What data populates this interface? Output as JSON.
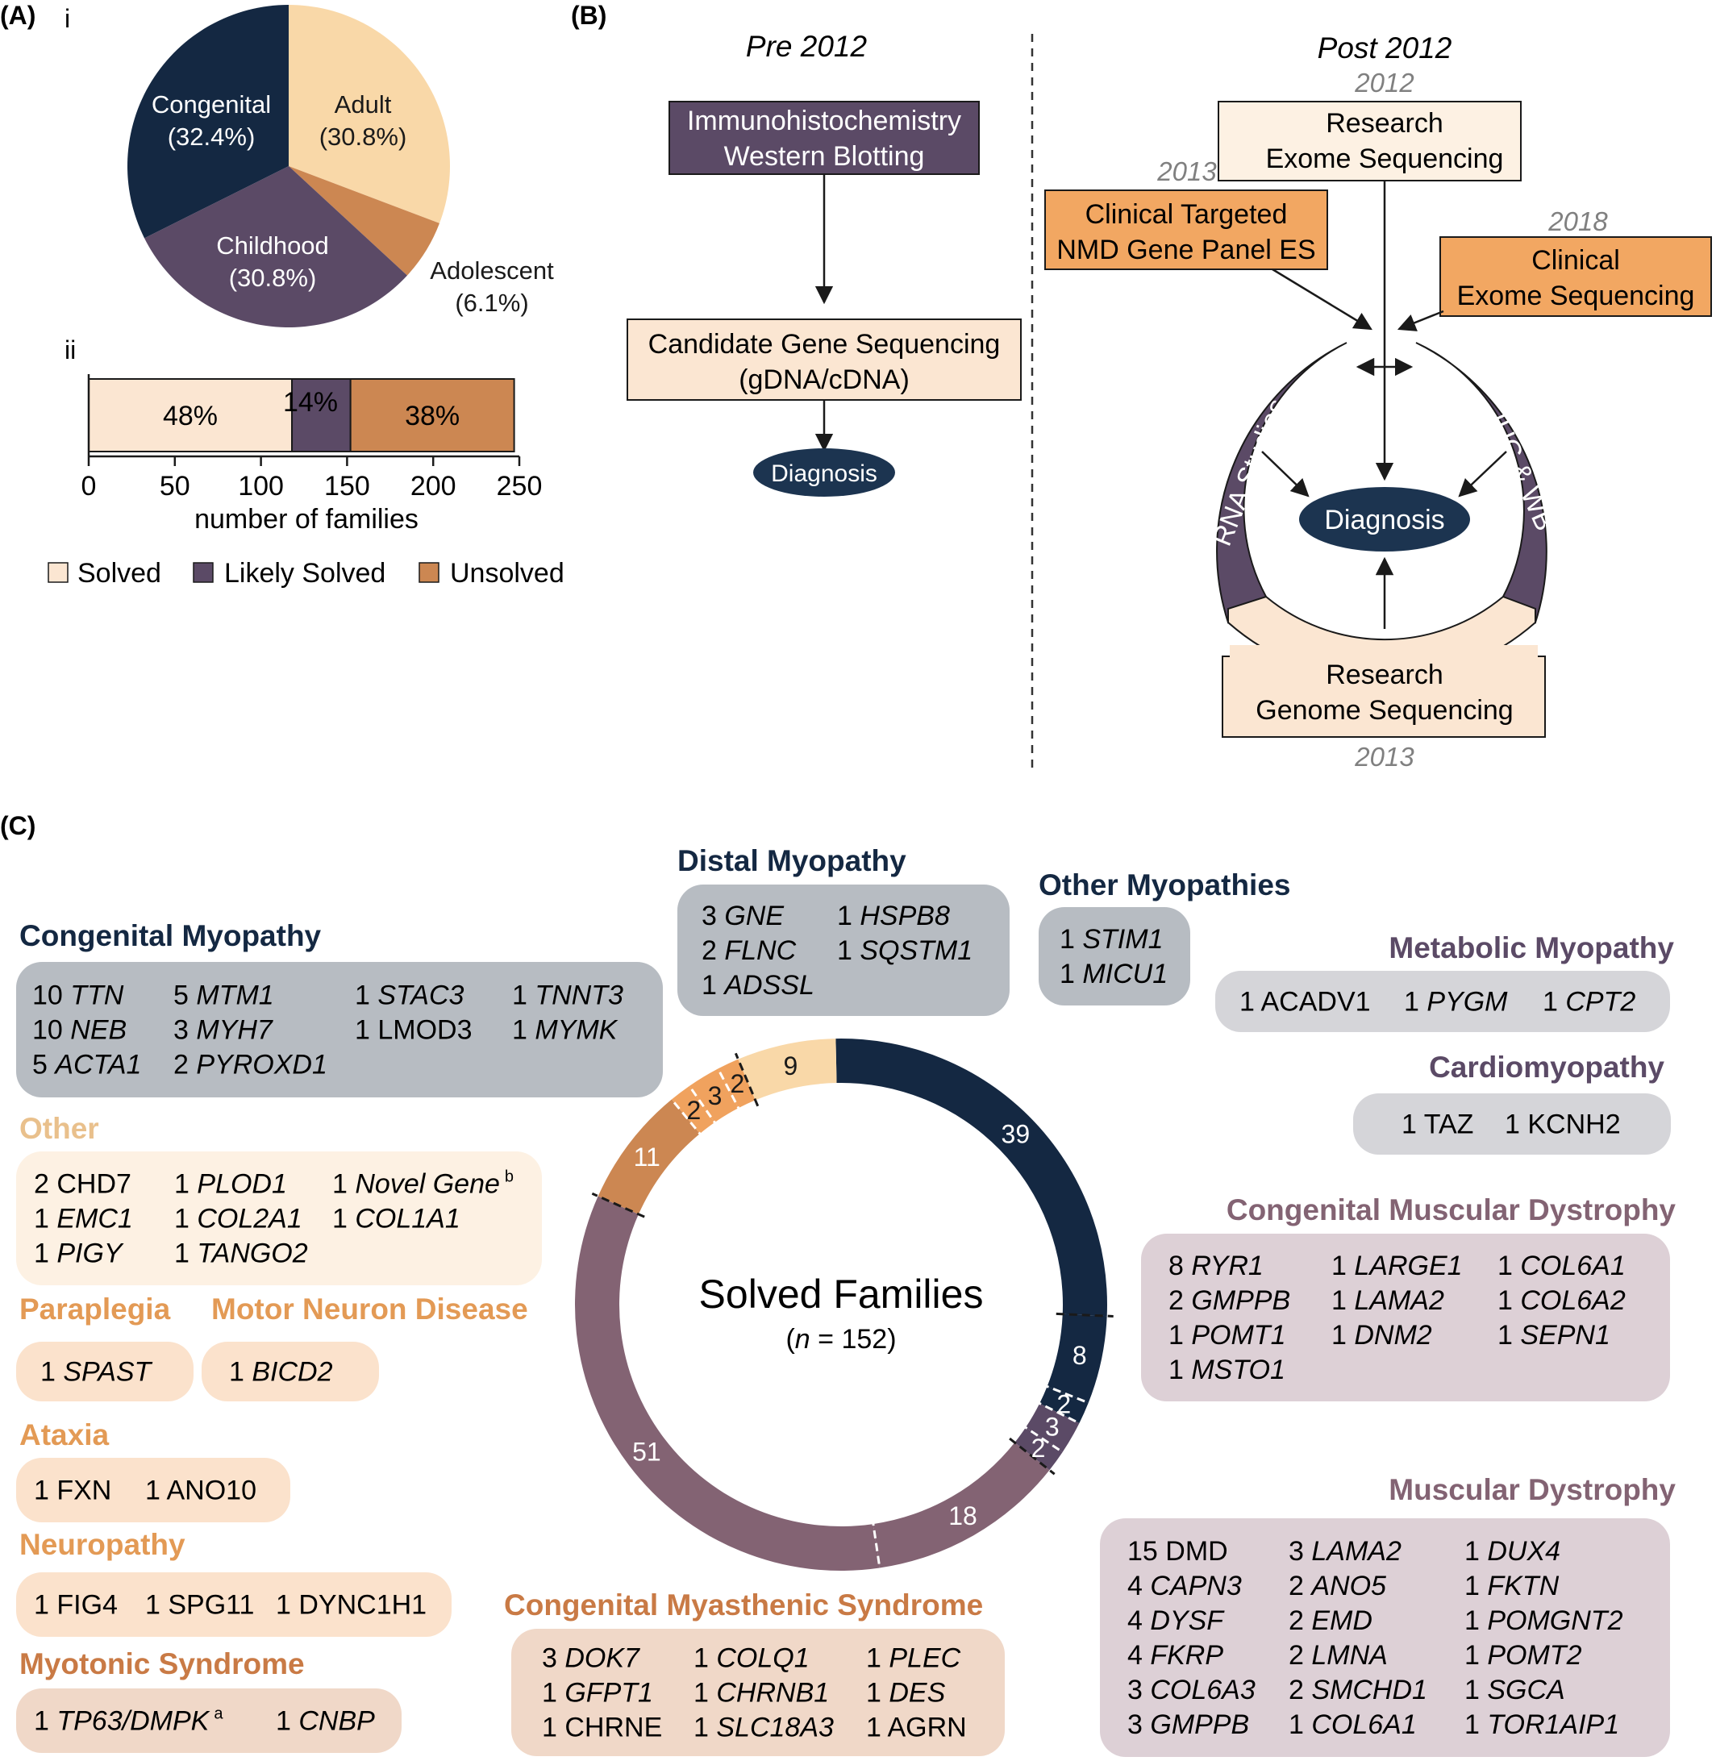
{
  "panel_a": {
    "label": "(A)",
    "sub_i": "i",
    "sub_ii": "ii",
    "pie": [
      {
        "name": "Adult",
        "pct_label": "(30.8%)",
        "value": 30.8,
        "color": "#f9d8a8"
      },
      {
        "name": "Adolescent",
        "pct_label": "(6.1%)",
        "value": 6.1,
        "color": "#cc8752"
      },
      {
        "name": "Childhood",
        "pct_label": "(30.8%)",
        "value": 30.8,
        "color": "#5b4a66"
      },
      {
        "name": "Congenital",
        "pct_label": "(32.4%)",
        "value": 32.4,
        "color": "#142842"
      }
    ],
    "bar": {
      "segments": [
        {
          "name": "Solved",
          "value": 118,
          "label": "48%",
          "color": "#fbe6d2"
        },
        {
          "name": "Likely Solved",
          "value": 34,
          "label": "14%",
          "color": "#5b4a66"
        },
        {
          "name": "Unsolved",
          "value": 95,
          "label": "38%",
          "color": "#cc8752"
        }
      ],
      "ticks": [
        "0",
        "50",
        "100",
        "150",
        "200",
        "250"
      ],
      "axis_max": 250,
      "xlabel": "number of families"
    }
  },
  "panel_b": {
    "label": "(B)",
    "pre_title": "Pre 2012",
    "post_title": "Post 2012",
    "ihc_box": [
      "Immunohistochemistry",
      "Western Blotting"
    ],
    "candidate_box": [
      "Candidate Gene Sequencing",
      "(gDNA/cDNA)"
    ],
    "diagnosis_left": "Diagnosis",
    "year_research_exome": "2012",
    "research_exome_box": [
      "Research",
      "Exome Sequencing"
    ],
    "year_targeted": "2013",
    "targeted_box": [
      "Clinical Targeted",
      "NMD Gene Panel ES"
    ],
    "year_clinical_exome": "2018",
    "clinical_exome_box": [
      "Clinical",
      "Exome Sequencing"
    ],
    "rna_label": "RNA Studies",
    "ihc_wb_label": "IHC & WB",
    "diagnosis_right": "Diagnosis",
    "genome_box": [
      "Research",
      "Genome Sequencing"
    ],
    "year_genome": "2013"
  },
  "panel_c": {
    "label": "(C)",
    "center_title": "Solved Families",
    "center_n_prefix": "(",
    "center_n_var": "n",
    "center_n_suffix": " = 152)",
    "donut": [
      {
        "group": "Congenital Myopathy",
        "value": 39,
        "label": "39",
        "color": "#142842"
      },
      {
        "group": "Distal Myopathy",
        "value": 8,
        "label": "8",
        "color": "#142842"
      },
      {
        "group": "Other Myopathies",
        "value": 2,
        "label": "2",
        "color": "#142842"
      },
      {
        "group": "Metabolic Myopathy",
        "value": 3,
        "label": "3",
        "color": "#5b4a66"
      },
      {
        "group": "Cardiomyopathy",
        "value": 2,
        "label": "2",
        "color": "#5b4a66"
      },
      {
        "group": "Congenital Muscular Dystrophy",
        "value": 18,
        "label": "18",
        "color": "#836373"
      },
      {
        "group": "Muscular Dystrophy",
        "value": 51,
        "label": "51",
        "color": "#836373"
      },
      {
        "group": "Congenital Myasthenic Syndrome",
        "value": 11,
        "label": "11",
        "color": "#cc8752"
      },
      {
        "group": "Neuropathy",
        "value": 2,
        "label": "2",
        "color": "#f0a25e"
      },
      {
        "group": "Ataxia",
        "value": 3,
        "label": "3",
        "color": "#f0a25e"
      },
      {
        "group": "Paraplegia / Motor Neuron Disease",
        "value": 2,
        "label": "2",
        "color": "#f0a25e"
      },
      {
        "group": "Other",
        "value": 9,
        "label": "9",
        "color": "#f9d8a8"
      }
    ],
    "groups": {
      "congenital_myopathy": {
        "title": "Congenital Myopathy",
        "title_color": "#142842",
        "box_color": "#b7bcc2",
        "rows": [
          [
            {
              "n": "10",
              "g": "TTN",
              "i": true
            },
            {
              "n": "5",
              "g": "MTM1",
              "i": true
            },
            {
              "n": "1",
              "g": "STAC3",
              "i": true
            },
            {
              "n": "1",
              "g": "TNNT3",
              "i": true
            }
          ],
          [
            {
              "n": "10",
              "g": "NEB",
              "i": true
            },
            {
              "n": "3",
              "g": "MYH7",
              "i": true
            },
            {
              "n": "1",
              "g": "LMOD3",
              "i": false
            },
            {
              "n": "1",
              "g": "MYMK",
              "i": true
            }
          ],
          [
            {
              "n": "5",
              "g": "ACTA1",
              "i": true
            },
            {
              "n": "2",
              "g": "PYROXD1",
              "i": true
            }
          ]
        ]
      },
      "distal_myopathy": {
        "title": "Distal Myopathy",
        "title_color": "#142842",
        "box_color": "#b7bcc2",
        "rows": [
          [
            {
              "n": "3",
              "g": "GNE",
              "i": true
            },
            {
              "n": "1",
              "g": "HSPB8",
              "i": true
            }
          ],
          [
            {
              "n": "2",
              "g": "FLNC",
              "i": true
            },
            {
              "n": "1",
              "g": "SQSTM1",
              "i": true
            }
          ],
          [
            {
              "n": "1",
              "g": "ADSSL",
              "i": true
            }
          ]
        ]
      },
      "other_myopathies": {
        "title": "Other Myopathies",
        "title_color": "#142842",
        "box_color": "#b7bcc2",
        "rows": [
          [
            {
              "n": "1",
              "g": "STIM1",
              "i": true
            }
          ],
          [
            {
              "n": "1",
              "g": "MICU1",
              "i": true
            }
          ]
        ]
      },
      "metabolic_myopathy": {
        "title": "Metabolic Myopathy",
        "title_color": "#5b4a66",
        "box_color": "#d5d5d9",
        "rows": [
          [
            {
              "n": "1",
              "g": "ACADV1",
              "i": false
            },
            {
              "n": "1",
              "g": "PYGM",
              "i": true
            },
            {
              "n": "1",
              "g": "CPT2",
              "i": true
            }
          ]
        ]
      },
      "cardiomyopathy": {
        "title": "Cardiomyopathy",
        "title_color": "#5b4a66",
        "box_color": "#d5d5d9",
        "rows": [
          [
            {
              "n": "1",
              "g": "TAZ",
              "i": false
            },
            {
              "n": "1",
              "g": "KCNH2",
              "i": false
            }
          ]
        ]
      },
      "congenital_muscular_dystrophy": {
        "title": "Congenital Muscular Dystrophy",
        "title_color": "#836373",
        "box_color": "#ddd0d6",
        "rows": [
          [
            {
              "n": "8",
              "g": "RYR1",
              "i": true
            },
            {
              "n": "1",
              "g": "LARGE1",
              "i": true
            },
            {
              "n": "1",
              "g": "COL6A1",
              "i": true
            }
          ],
          [
            {
              "n": "2",
              "g": "GMPPB",
              "i": true
            },
            {
              "n": "1",
              "g": "LAMA2",
              "i": true
            },
            {
              "n": "1",
              "g": "COL6A2",
              "i": true
            }
          ],
          [
            {
              "n": "1",
              "g": "POMT1",
              "i": true
            },
            {
              "n": "1",
              "g": "DNM2",
              "i": true
            },
            {
              "n": "1",
              "g": "SEPN1",
              "i": true
            }
          ],
          [
            {
              "n": "1",
              "g": "MSTO1",
              "i": true
            }
          ]
        ]
      },
      "muscular_dystrophy": {
        "title": "Muscular Dystrophy",
        "title_color": "#836373",
        "box_color": "#ddd0d6",
        "rows": [
          [
            {
              "n": "15",
              "g": "DMD",
              "i": false
            },
            {
              "n": "3",
              "g": "LAMA2",
              "i": true
            },
            {
              "n": "1",
              "g": "DUX4",
              "i": true
            }
          ],
          [
            {
              "n": "4",
              "g": "CAPN3",
              "i": true
            },
            {
              "n": "2",
              "g": "ANO5",
              "i": true
            },
            {
              "n": "1",
              "g": "FKTN",
              "i": true
            }
          ],
          [
            {
              "n": "4",
              "g": "DYSF",
              "i": true
            },
            {
              "n": "2",
              "g": "EMD",
              "i": true
            },
            {
              "n": "1",
              "g": "POMGNT2",
              "i": true
            }
          ],
          [
            {
              "n": "4",
              "g": "FKRP",
              "i": true
            },
            {
              "n": "2",
              "g": "LMNA",
              "i": true
            },
            {
              "n": "1",
              "g": "POMT2",
              "i": true
            }
          ],
          [
            {
              "n": "3",
              "g": "COL6A3",
              "i": true
            },
            {
              "n": "2",
              "g": "SMCHD1",
              "i": true
            },
            {
              "n": "1",
              "g": "SGCA",
              "i": true
            }
          ],
          [
            {
              "n": "3",
              "g": "GMPPB",
              "i": true
            },
            {
              "n": "1",
              "g": "COL6A1",
              "i": true
            },
            {
              "n": "1",
              "g": "TOR1AIP1",
              "i": true
            }
          ]
        ]
      },
      "other": {
        "title": "Other",
        "title_color": "#e9c08c",
        "box_color": "#fdf1e3",
        "rows": [
          [
            {
              "n": "2",
              "g": "CHD7",
              "i": false
            },
            {
              "n": "1",
              "g": "PLOD1",
              "i": true
            },
            {
              "n": "1",
              "g": "Novel Gene",
              "i": true,
              "sup": "b"
            }
          ],
          [
            {
              "n": "1",
              "g": "EMC1",
              "i": true
            },
            {
              "n": "1",
              "g": "COL2A1",
              "i": true
            },
            {
              "n": "1",
              "g": "COL1A1",
              "i": true
            }
          ],
          [
            {
              "n": "1",
              "g": "PIGY",
              "i": true
            },
            {
              "n": "1",
              "g": "TANGO2",
              "i": true
            }
          ]
        ]
      },
      "paraplegia": {
        "title": "Paraplegia",
        "title_color": "#e39a55",
        "box_color": "#fbe2cc",
        "rows": [
          [
            {
              "n": "1",
              "g": "SPAST",
              "i": true
            }
          ]
        ]
      },
      "motor_neuron_disease": {
        "title": "Motor Neuron Disease",
        "title_color": "#e39a55",
        "box_color": "#fbe2cc",
        "rows": [
          [
            {
              "n": "1",
              "g": "BICD2",
              "i": true
            }
          ]
        ]
      },
      "ataxia": {
        "title": "Ataxia",
        "title_color": "#e39a55",
        "box_color": "#fbe2cc",
        "rows": [
          [
            {
              "n": "1",
              "g": "FXN",
              "i": false
            },
            {
              "n": "1",
              "g": "ANO10",
              "i": false
            }
          ]
        ]
      },
      "neuropathy": {
        "title": "Neuropathy",
        "title_color": "#e39a55",
        "box_color": "#fbe2cc",
        "rows": [
          [
            {
              "n": "1",
              "g": "FIG4",
              "i": false
            },
            {
              "n": "1",
              "g": "SPG11",
              "i": false
            },
            {
              "n": "1",
              "g": "DYNC1H1",
              "i": false
            }
          ]
        ]
      },
      "myotonic_syndrome": {
        "title": "Myotonic Syndrome",
        "title_color": "#c97a45",
        "box_color": "#f0d8c8",
        "rows": [
          [
            {
              "n": "1",
              "g": "TP63/DMPK",
              "i": true,
              "sup": "a"
            },
            {
              "n": "1",
              "g": "CNBP",
              "i": true
            }
          ]
        ]
      },
      "congenital_myasthenic_syndrome": {
        "title": "Congenital Myasthenic Syndrome",
        "title_color": "#c97a45",
        "box_color": "#f0d8c8",
        "rows": [
          [
            {
              "n": "3",
              "g": "DOK7",
              "i": true
            },
            {
              "n": "1",
              "g": "COLQ1",
              "i": true
            },
            {
              "n": "1",
              "g": "PLEC",
              "i": true
            }
          ],
          [
            {
              "n": "1",
              "g": "GFPT1",
              "i": true
            },
            {
              "n": "1",
              "g": "CHRNB1",
              "i": true
            },
            {
              "n": "1",
              "g": "DES",
              "i": true
            }
          ],
          [
            {
              "n": "1",
              "g": "CHRNE",
              "i": false
            },
            {
              "n": "1",
              "g": "SLC18A3",
              "i": true
            },
            {
              "n": "1",
              "g": "AGRN",
              "i": false
            }
          ]
        ]
      }
    }
  }
}
